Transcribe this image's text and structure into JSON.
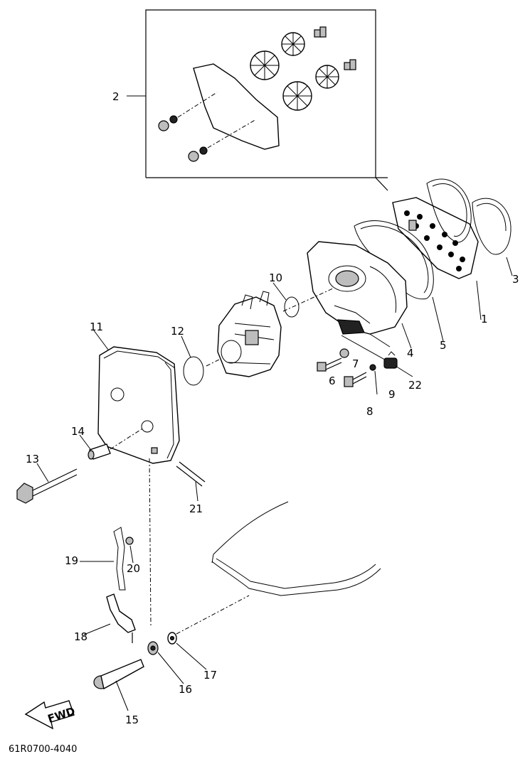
{
  "diagram": {
    "doc_code": "61R0700-4040",
    "fwd_label": "FWD",
    "callouts": {
      "p1": "1",
      "p2": "2",
      "p3": "3",
      "p4": "4",
      "p5": "5",
      "p6": "6",
      "p7": "7",
      "p8": "8",
      "p9": "9",
      "p10": "10",
      "p11": "11",
      "p12": "12",
      "p13": "13",
      "p14": "14",
      "p15": "15",
      "p16": "16",
      "p17": "17",
      "p18": "18",
      "p19": "19",
      "p20": "20",
      "p21": "21",
      "p22": "22"
    }
  }
}
